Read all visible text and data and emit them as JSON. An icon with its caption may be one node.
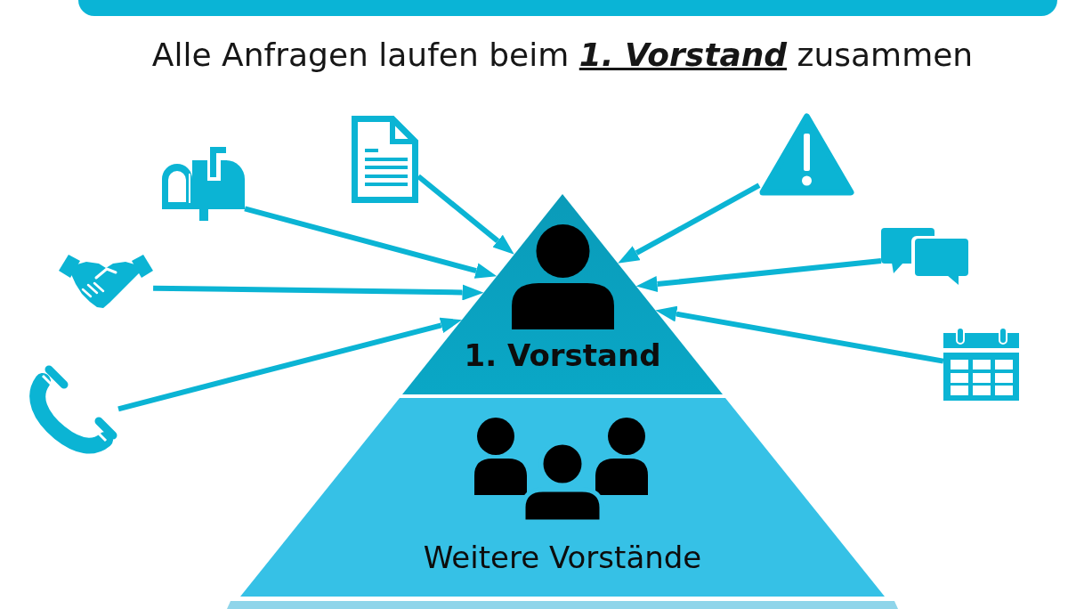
{
  "diagram": {
    "title": "Alle Anfragen laufen beim **1. Vorstand** zusammen",
    "nodes": [
      {
        "text": [],
        "shape": "bar"
      },
      {
        "text": [],
        "shape": "picture"
      },
      {
        "text": [],
        "shape": "picture"
      },
      {
        "text": [],
        "shape": "picture"
      },
      {
        "text": [],
        "shape": "picture"
      },
      {
        "text": [
          "1. Vorstand"
        ]
      },
      {
        "text": [],
        "shape": "picture"
      },
      {
        "text": [],
        "shape": "picture"
      },
      {
        "text": [],
        "shape": "picture"
      },
      {
        "text": [
          "Weitere Vorstände"
        ]
      },
      {
        "text": [],
        "shape": "bar"
      }
    ],
    "edges": [
      {
        "from": 1,
        "to": 5,
        "arrow": "to"
      },
      {
        "from": 2,
        "to": 5,
        "arrow": "to"
      },
      {
        "from": 3,
        "to": 5,
        "arrow": "to"
      },
      {
        "from": 4,
        "to": 5,
        "arrow": "to"
      },
      {
        "from": 6,
        "to": 5,
        "arrow": "to"
      },
      {
        "from": 7,
        "to": 5,
        "arrow": "to"
      },
      {
        "from": 8,
        "to": 5,
        "arrow": "to"
      }
    ]
  }
}
